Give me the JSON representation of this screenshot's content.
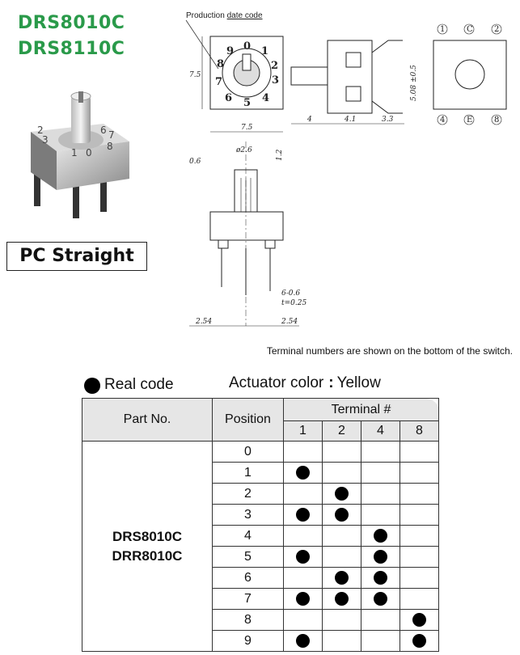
{
  "header": {
    "models": [
      "DRS8010C",
      "DRS8110C"
    ]
  },
  "mount_type": "PC Straight",
  "drawings": {
    "production_label_prefix": "Production ",
    "production_label_underlined": "date code",
    "top_view": {
      "width": "7.5",
      "height": "7.5",
      "dial_digits": [
        "0",
        "1",
        "2",
        "3",
        "4",
        "5",
        "6",
        "7",
        "8",
        "9"
      ]
    },
    "side_view": {
      "dims": [
        "4",
        "4.1",
        "3.3",
        "5.08 ±0.5"
      ]
    },
    "bottom_view": {
      "pins": [
        "1",
        "C",
        "2",
        "4",
        "E",
        "8"
      ]
    },
    "front_view": {
      "dims": [
        "0.6",
        "ø2.6",
        "1.2",
        "6-0.6",
        "t=0.25",
        "2.54",
        "2.54"
      ]
    }
  },
  "note": "Terminal numbers are shown on the bottom of the switch.",
  "legend": {
    "label": "Real code",
    "actuator_label": "Actuator color",
    "actuator_value": "Yellow"
  },
  "table": {
    "col_part": "Part No.",
    "col_position": "Position",
    "col_terminal": "Terminal #",
    "terminals": [
      "1",
      "2",
      "4",
      "8"
    ],
    "parts": [
      "DRS8010C",
      "DRR8010C"
    ],
    "rows": [
      {
        "position": "0",
        "marks": [
          false,
          false,
          false,
          false
        ]
      },
      {
        "position": "1",
        "marks": [
          true,
          false,
          false,
          false
        ]
      },
      {
        "position": "2",
        "marks": [
          false,
          true,
          false,
          false
        ]
      },
      {
        "position": "3",
        "marks": [
          true,
          true,
          false,
          false
        ]
      },
      {
        "position": "4",
        "marks": [
          false,
          false,
          true,
          false
        ]
      },
      {
        "position": "5",
        "marks": [
          true,
          false,
          true,
          false
        ]
      },
      {
        "position": "6",
        "marks": [
          false,
          true,
          true,
          false
        ]
      },
      {
        "position": "7",
        "marks": [
          true,
          true,
          true,
          false
        ]
      },
      {
        "position": "8",
        "marks": [
          false,
          false,
          false,
          true
        ]
      },
      {
        "position": "9",
        "marks": [
          true,
          false,
          false,
          true
        ]
      }
    ]
  },
  "colors": {
    "model_green": "#2a9a4a",
    "header_gray": "#e6e6e6"
  }
}
